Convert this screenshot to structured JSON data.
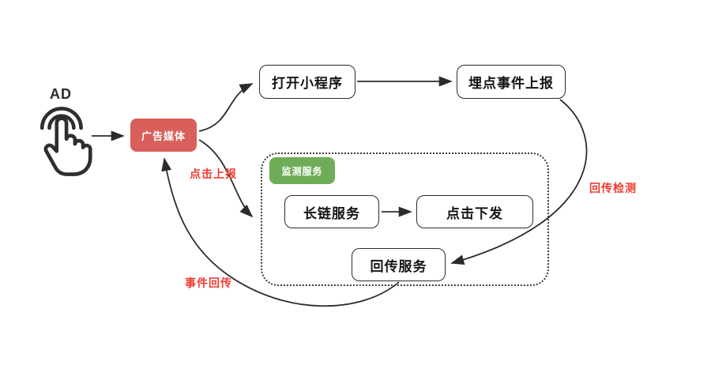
{
  "diagram": {
    "source": {
      "ad_label": "AD",
      "icon": "ad-tap-hand-icon"
    },
    "nodes": {
      "ad_media": "广告媒体",
      "open_miniprogram": "打开小程序",
      "tracking_report": "埋点事件上报",
      "monitor_service": "监测服务",
      "long_link_service": "长链服务",
      "click_dispatch": "点击下发",
      "callback_service": "回传服务"
    },
    "edge_labels": {
      "click_report": "点击上报",
      "callback_detect": "回传检测",
      "event_callback": "事件回传"
    },
    "colors": {
      "ad_media_fill": "#d9605a",
      "monitor_service_fill": "#6fac57",
      "edge_label_red": "#ee3b30",
      "line": "#2b2b2b",
      "node_border": "#2b2b2b",
      "node_background": "#ffffff"
    }
  }
}
